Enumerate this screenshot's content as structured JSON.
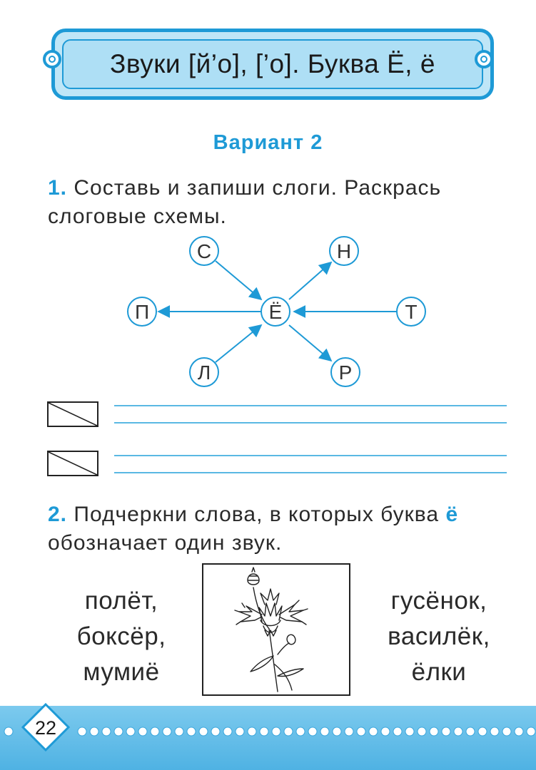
{
  "header": {
    "title": "Звуки [й’о], [’о]. Буква Ё, ё"
  },
  "variant": "Вариант 2",
  "task1": {
    "number": "1.",
    "text": "Составь и запиши слоги. Раскрась слоговые схемы."
  },
  "diagram": {
    "center": "Ё",
    "nodes": [
      "С",
      "Н",
      "П",
      "Т",
      "Л",
      "Р"
    ]
  },
  "task2": {
    "number": "2.",
    "text_before": "Подчеркни слова, в которых буква",
    "letter": "ё",
    "text_after": "обозначает один звук."
  },
  "words_left": [
    "полёт,",
    "боксёр,",
    "мумиё"
  ],
  "words_right": [
    "гусёнок,",
    "василёк,",
    "ёлки"
  ],
  "footer": {
    "page_number": "22"
  },
  "colors": {
    "accent": "#1e9ad6",
    "banner_fill": "#bfe6f7",
    "footer": "#5ab8e3"
  }
}
